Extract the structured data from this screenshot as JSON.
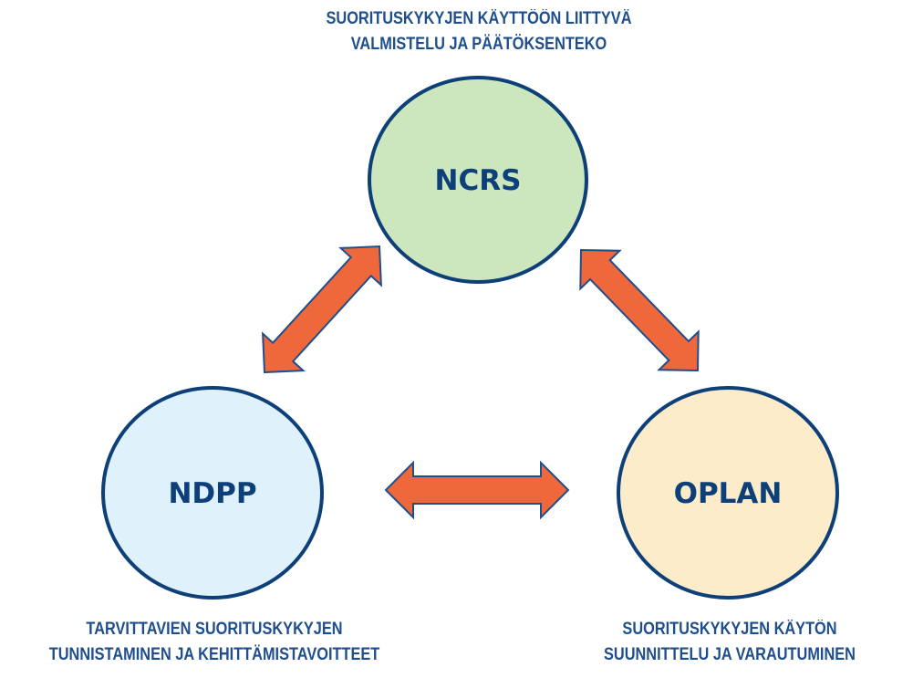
{
  "diagram": {
    "nodes": [
      {
        "id": "ncrs",
        "label": "NCRS",
        "fill": "#cce6bd",
        "stroke": "#0d3f78"
      },
      {
        "id": "ndpp",
        "label": "NDPP",
        "fill": "#dff1fb",
        "stroke": "#0d3f78"
      },
      {
        "id": "oplan",
        "label": "OPLAN",
        "fill": "#fcecca",
        "stroke": "#0d3f78"
      }
    ],
    "edges": [
      {
        "from": "ndpp",
        "to": "ncrs",
        "type": "bidirectional"
      },
      {
        "from": "ncrs",
        "to": "oplan",
        "type": "bidirectional"
      },
      {
        "from": "ndpp",
        "to": "oplan",
        "type": "bidirectional"
      }
    ],
    "arrow_fill": "#ef683c",
    "arrow_stroke": "#1f4e8c",
    "text_color": "#1f4e8c"
  },
  "captions": {
    "top": {
      "line1": "SUORITUSKYKYJEN KÄYTTÖÖN LIITTYVÄ",
      "line2": "VALMISTELU JA PÄÄTÖKSENTEKO"
    },
    "left": {
      "line1": "TARVITTAVIEN SUORITUSKYKYJEN",
      "line2": "TUNNISTAMINEN JA KEHITTÄMISTAVOITTEET"
    },
    "right": {
      "line1": "SUORITUSKYKYJEN KÄYTÖN",
      "line2": "SUUNNITTELU JA VARAUTUMINEN"
    }
  }
}
